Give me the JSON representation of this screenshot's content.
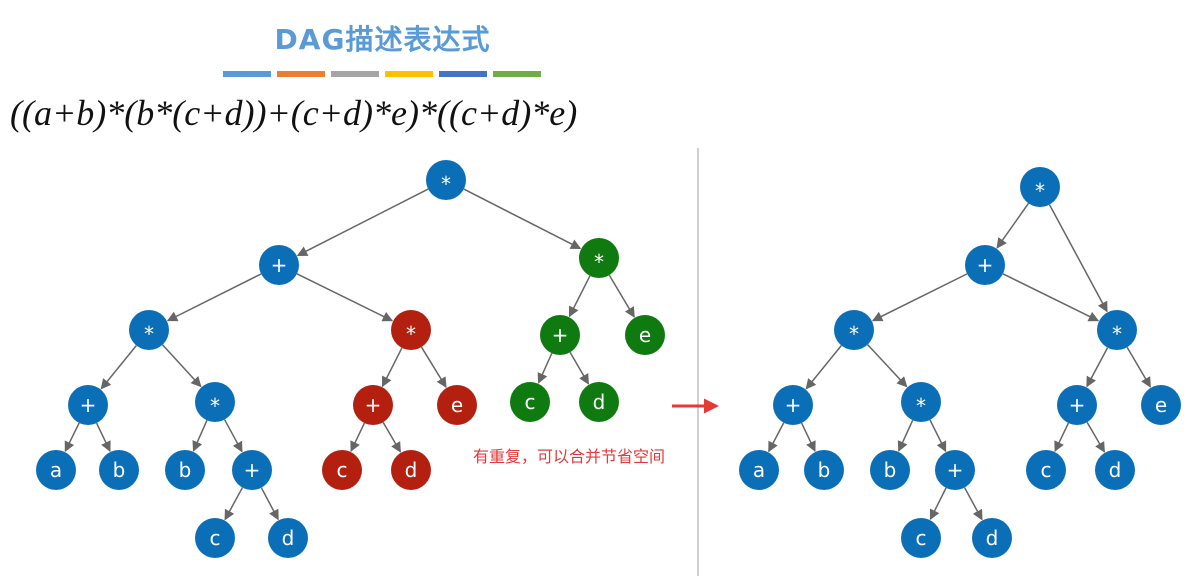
{
  "title": "DAG描述表达式",
  "color_bar": [
    "#5b9bd5",
    "#ed7d31",
    "#a5a5a5",
    "#ffc000",
    "#4472c4",
    "#70ad47"
  ],
  "formula": "((a+b)*(b*(c+d))+(c+d)*e)*((c+d)*e)",
  "note": "有重复，可以合并节省空间",
  "colors": {
    "blue": "#0b6fb8",
    "red": "#b3200f",
    "green": "#0f7a0f",
    "edge": "#666666",
    "arrow": "#e53935"
  },
  "tree": {
    "nodes": [
      {
        "id": "t0",
        "label": "*",
        "color": "blue"
      },
      {
        "id": "t1",
        "label": "+",
        "color": "blue"
      },
      {
        "id": "t2",
        "label": "*",
        "color": "green"
      },
      {
        "id": "t3",
        "label": "*",
        "color": "blue"
      },
      {
        "id": "t4",
        "label": "*",
        "color": "red"
      },
      {
        "id": "t5",
        "label": "+",
        "color": "green"
      },
      {
        "id": "t6",
        "label": "e",
        "color": "green"
      },
      {
        "id": "t7",
        "label": "+",
        "color": "blue"
      },
      {
        "id": "t8",
        "label": "*",
        "color": "blue"
      },
      {
        "id": "t9",
        "label": "+",
        "color": "red"
      },
      {
        "id": "t10",
        "label": "e",
        "color": "red"
      },
      {
        "id": "t11",
        "label": "c",
        "color": "green"
      },
      {
        "id": "t12",
        "label": "d",
        "color": "green"
      },
      {
        "id": "t13",
        "label": "a",
        "color": "blue"
      },
      {
        "id": "t14",
        "label": "b",
        "color": "blue"
      },
      {
        "id": "t15",
        "label": "b",
        "color": "blue"
      },
      {
        "id": "t16",
        "label": "+",
        "color": "blue"
      },
      {
        "id": "t17",
        "label": "c",
        "color": "red"
      },
      {
        "id": "t18",
        "label": "d",
        "color": "red"
      },
      {
        "id": "t19",
        "label": "c",
        "color": "blue"
      },
      {
        "id": "t20",
        "label": "d",
        "color": "blue"
      }
    ],
    "edges": [
      [
        "t0",
        "t1"
      ],
      [
        "t0",
        "t2"
      ],
      [
        "t1",
        "t3"
      ],
      [
        "t1",
        "t4"
      ],
      [
        "t2",
        "t5"
      ],
      [
        "t2",
        "t6"
      ],
      [
        "t3",
        "t7"
      ],
      [
        "t3",
        "t8"
      ],
      [
        "t4",
        "t9"
      ],
      [
        "t4",
        "t10"
      ],
      [
        "t5",
        "t11"
      ],
      [
        "t5",
        "t12"
      ],
      [
        "t7",
        "t13"
      ],
      [
        "t7",
        "t14"
      ],
      [
        "t8",
        "t15"
      ],
      [
        "t8",
        "t16"
      ],
      [
        "t9",
        "t17"
      ],
      [
        "t9",
        "t18"
      ],
      [
        "t16",
        "t19"
      ],
      [
        "t16",
        "t20"
      ]
    ]
  },
  "dag": {
    "nodes": [
      {
        "id": "d0",
        "label": "*",
        "color": "blue"
      },
      {
        "id": "d1",
        "label": "+",
        "color": "blue"
      },
      {
        "id": "d2",
        "label": "*",
        "color": "blue"
      },
      {
        "id": "d3",
        "label": "*",
        "color": "blue"
      },
      {
        "id": "d4",
        "label": "+",
        "color": "blue"
      },
      {
        "id": "d5",
        "label": "*",
        "color": "blue"
      },
      {
        "id": "d6",
        "label": "+",
        "color": "blue"
      },
      {
        "id": "d7",
        "label": "e",
        "color": "blue"
      },
      {
        "id": "d8",
        "label": "a",
        "color": "blue"
      },
      {
        "id": "d9",
        "label": "b",
        "color": "blue"
      },
      {
        "id": "d10",
        "label": "b",
        "color": "blue"
      },
      {
        "id": "d11",
        "label": "+",
        "color": "blue"
      },
      {
        "id": "d12",
        "label": "c",
        "color": "blue"
      },
      {
        "id": "d13",
        "label": "d",
        "color": "blue"
      },
      {
        "id": "d14",
        "label": "c",
        "color": "blue"
      },
      {
        "id": "d15",
        "label": "d",
        "color": "blue"
      }
    ],
    "edges": [
      [
        "d0",
        "d1"
      ],
      [
        "d0",
        "d3"
      ],
      [
        "d1",
        "d2"
      ],
      [
        "d1",
        "d3"
      ],
      [
        "d2",
        "d4"
      ],
      [
        "d2",
        "d5"
      ],
      [
        "d3",
        "d6"
      ],
      [
        "d3",
        "d7"
      ],
      [
        "d4",
        "d8"
      ],
      [
        "d4",
        "d9"
      ],
      [
        "d5",
        "d10"
      ],
      [
        "d5",
        "d11"
      ],
      [
        "d6",
        "d12"
      ],
      [
        "d6",
        "d13"
      ],
      [
        "d11",
        "d14"
      ],
      [
        "d11",
        "d15"
      ]
    ]
  }
}
